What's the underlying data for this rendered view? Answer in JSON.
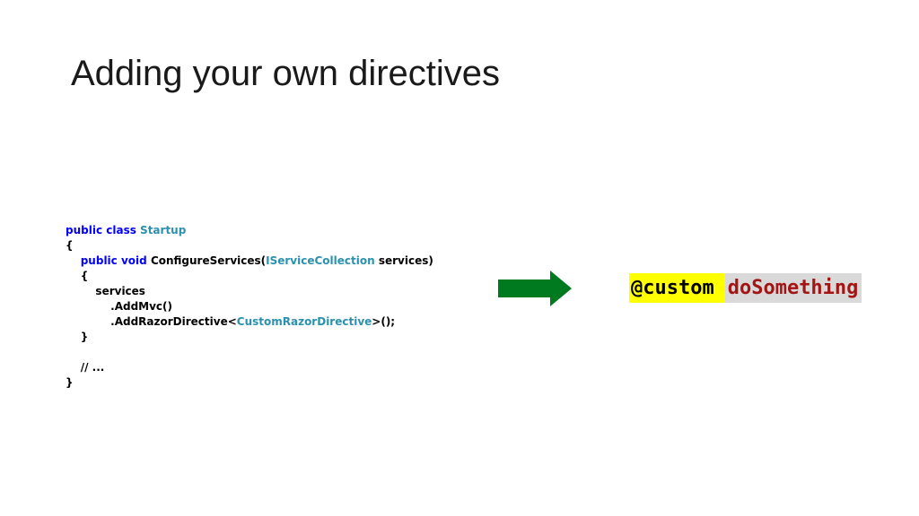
{
  "slide": {
    "title": "Adding your own directives"
  },
  "code": {
    "kw_public": "public",
    "kw_class": "class",
    "class_name": "Startup",
    "open_brace": "{",
    "kw_void": "void",
    "method_name": "ConfigureServices(",
    "param_type": "IServiceCollection",
    "param_rest": " services)",
    "inner_open": "{",
    "services": "services",
    "add_mvc": ".AddMvc()",
    "add_razor_prefix": ".AddRazorDirective<",
    "generic_type": "CustomRazorDirective",
    "add_razor_suffix": ">();",
    "inner_close": "}",
    "comment": "// ...",
    "close_brace": "}"
  },
  "directive": {
    "token": "@custom",
    "argument": "doSomething"
  },
  "colors": {
    "keyword": "#0000ff",
    "type": "#2b91af",
    "arrow": "#007a1f",
    "directive_highlight": "#ffff00",
    "directive_argument": "#a31515",
    "directive_background": "#d9d9d9"
  },
  "icons": {
    "arrow": "arrow-right-icon"
  }
}
